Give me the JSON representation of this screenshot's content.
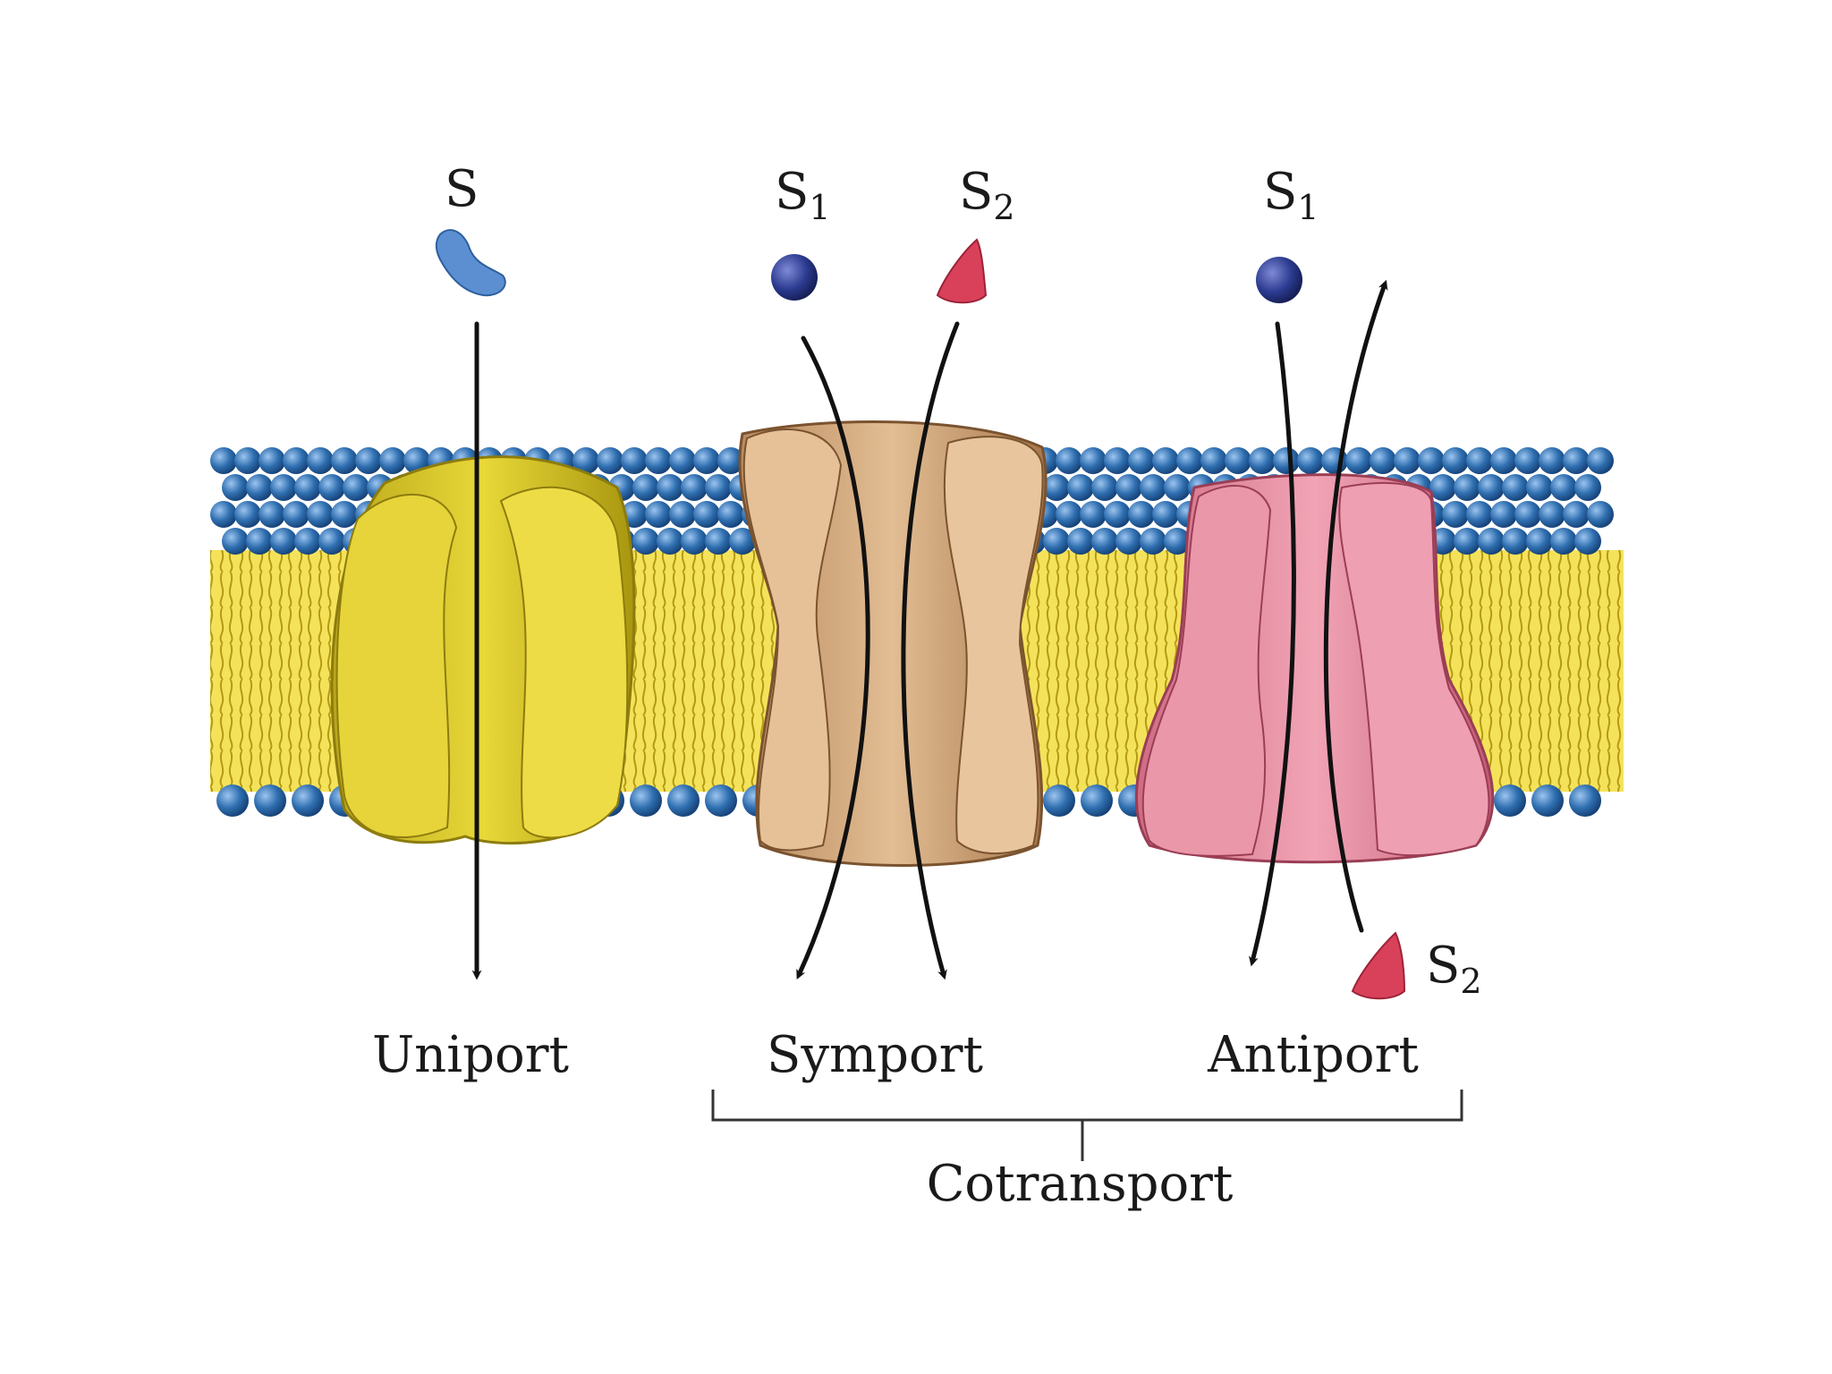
{
  "substrates": {
    "uniport": "S",
    "symport_1_base": "S",
    "symport_1_sub": "1",
    "symport_2_base": "S",
    "symport_2_sub": "2",
    "antiport_1_base": "S",
    "antiport_1_sub": "1",
    "antiport_2_base": "S",
    "antiport_2_sub": "2"
  },
  "transporters": {
    "uniport": "Uniport",
    "symport": "Symport",
    "antiport": "Antiport",
    "group": "Cotransport"
  },
  "colors": {
    "head": "#2f6fb0",
    "tail": "#f2e04c",
    "uniport_protein": "#d9c82c",
    "symport_protein": "#c99a70",
    "antiport_protein": "#e0849a",
    "s_blue": "#5b8fd1",
    "s1_navy": "#2b3a8f",
    "s2_red": "#d9415a"
  }
}
